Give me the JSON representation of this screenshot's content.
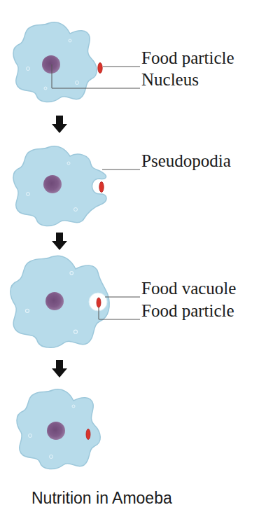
{
  "diagram": {
    "caption": "Nutrition in Amoeba",
    "labels": [
      "Food particle",
      "Nucleus",
      "Pseudopodia",
      "Food vacuole",
      "Food particle"
    ]
  }
}
